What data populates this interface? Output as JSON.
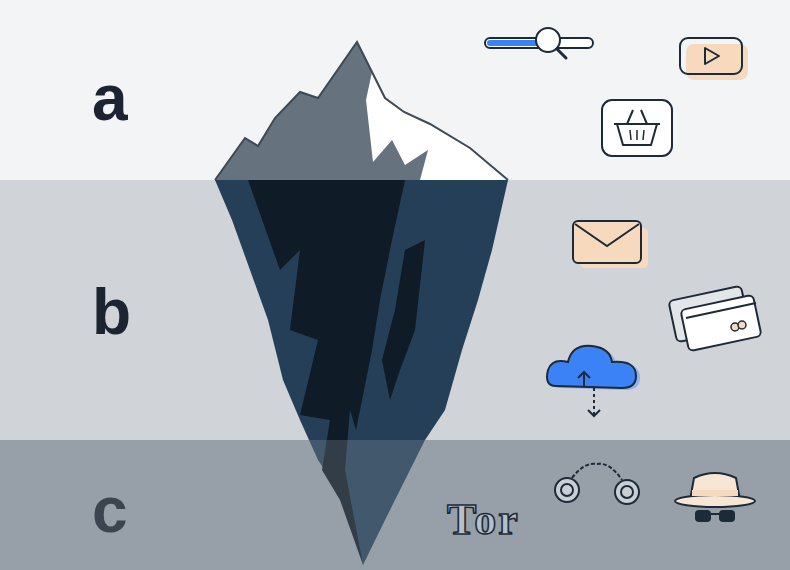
{
  "diagram": {
    "nodes": [
      {
        "text": [
          "a"
        ]
      },
      {
        "text": [
          "b"
        ]
      },
      {
        "text": [
          "c"
        ]
      }
    ],
    "labels": [
      "Tor"
    ]
  }
}
